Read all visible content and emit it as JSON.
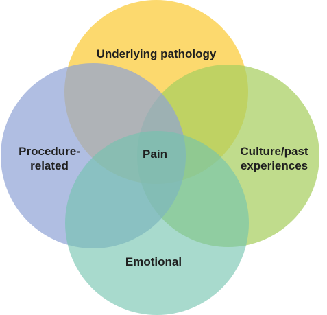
{
  "diagram": {
    "center": {
      "label": "Pain"
    },
    "circles": [
      {
        "id": "underlying",
        "lines": [
          "Underlying pathology"
        ],
        "color": "#FCD96E",
        "opacity": 1.0
      },
      {
        "id": "culture",
        "lines": [
          "Culture/past",
          "experiences"
        ],
        "color": "#A8CE5F",
        "opacity": 0.72
      },
      {
        "id": "procedure",
        "lines": [
          "Procedure-",
          "related"
        ],
        "color": "#8EA2D6",
        "opacity": 0.7
      },
      {
        "id": "emotional",
        "lines": [
          "Emotional"
        ],
        "color": "#72C4AF",
        "opacity": 0.62
      }
    ]
  }
}
